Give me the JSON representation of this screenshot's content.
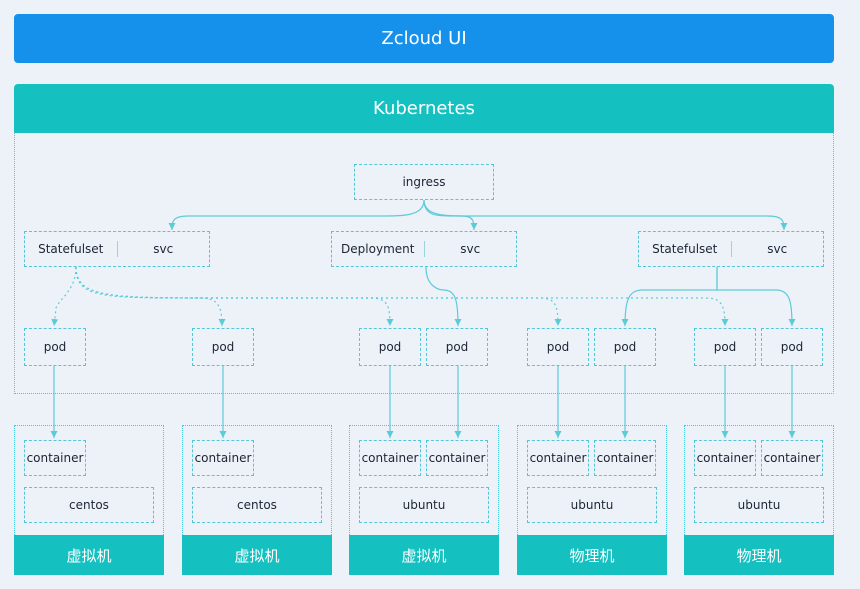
{
  "header": {
    "title": "Zcloud UI"
  },
  "kubernetes": {
    "title": "Kubernetes"
  },
  "ingress": {
    "label": "ingress"
  },
  "services": [
    {
      "left": "Statefulset",
      "right": "svc"
    },
    {
      "left": "Deployment",
      "right": "svc"
    },
    {
      "left": "Statefulset",
      "right": "svc"
    }
  ],
  "pod_label": "pod",
  "container_label": "container",
  "hosts": [
    {
      "os": "centos",
      "type": "虚拟机"
    },
    {
      "os": "centos",
      "type": "虚拟机"
    },
    {
      "os": "ubuntu",
      "type": "虚拟机"
    },
    {
      "os": "ubuntu",
      "type": "物理机"
    },
    {
      "os": "ubuntu",
      "type": "物理机"
    }
  ],
  "colors": {
    "header": "#1590eb",
    "kubernetes": "#15c1c0",
    "connector": "#5ccbd8",
    "background": "#edf2f9"
  }
}
